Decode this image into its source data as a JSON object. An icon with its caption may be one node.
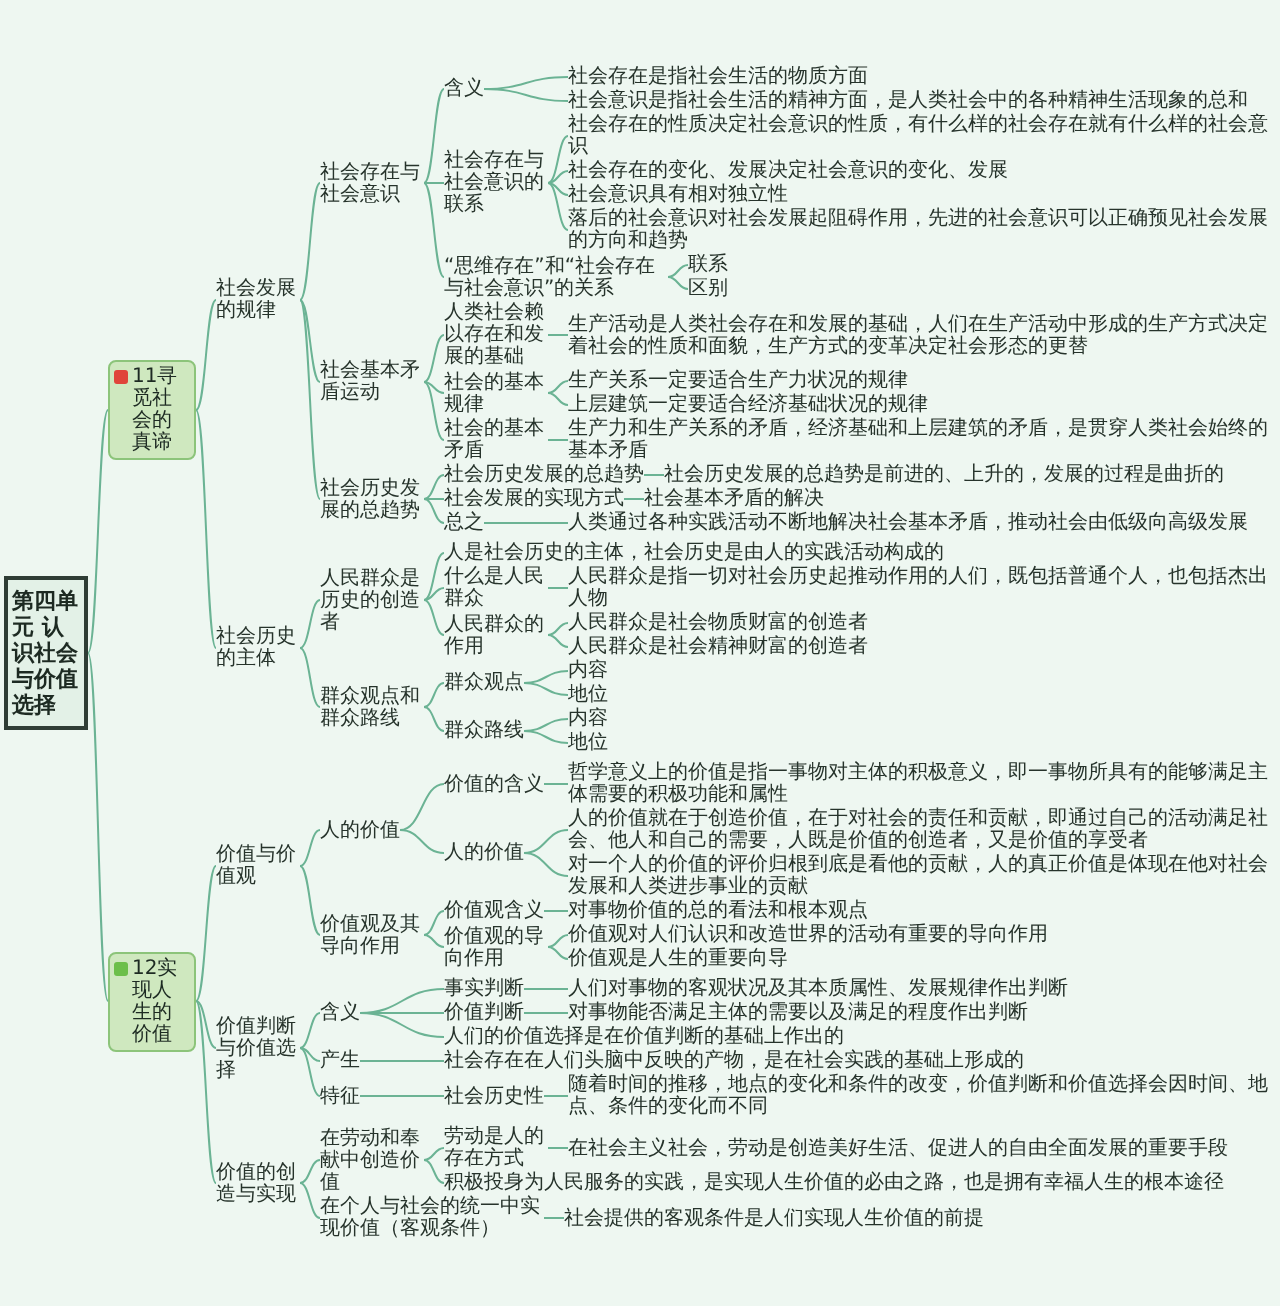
{
  "diagram": {
    "nodes": [
      {
        "text": [
          "第四单元 认识社会与价值选择"
        ]
      },
      {
        "text": [
          "11寻觅社会的真谛"
        ]
      },
      {
        "text": [
          "社会发展的规律"
        ]
      },
      {
        "text": [
          "社会存在与社会意识"
        ]
      },
      {
        "text": [
          "含义"
        ]
      },
      {
        "text": [
          "社会存在是指社会生活的物质方面"
        ]
      },
      {
        "text": [
          "社会意识是指社会生活的精神方面，是人类社会中的各种精神生活现象的总和"
        ]
      },
      {
        "text": [
          "社会存在与社会意识的联系"
        ]
      },
      {
        "text": [
          "社会存在的性质决定社会意识的性质，有什么样的社会存在就有什么样的社会意识"
        ]
      },
      {
        "text": [
          "社会存在的变化、发展决定社会意识的变化、发展"
        ]
      },
      {
        "text": [
          "社会意识具有相对独立性"
        ]
      },
      {
        "text": [
          "落后的社会意识对社会发展起阻碍作用，先进的社会意识可以正确预见社会发展的方向和趋势"
        ]
      },
      {
        "text": [
          "“思维存在”和“社会存在与社会意识”的关系"
        ]
      },
      {
        "text": [
          "联系"
        ]
      },
      {
        "text": [
          "区别"
        ]
      },
      {
        "text": [
          "社会基本矛盾运动"
        ]
      },
      {
        "text": [
          "人类社会赖以存在和发展的基础"
        ]
      },
      {
        "text": [
          "生产活动是人类社会存在和发展的基础，人们在生产活动中形成的生产方式决定着社会的性质和面貌，生产方式的变革决定社会形态的更替"
        ]
      },
      {
        "text": [
          "社会的基本规律"
        ]
      },
      {
        "text": [
          "生产关系一定要适合生产力状况的规律"
        ]
      },
      {
        "text": [
          "上层建筑一定要适合经济基础状况的规律"
        ]
      },
      {
        "text": [
          "社会的基本矛盾"
        ]
      },
      {
        "text": [
          "生产力和生产关系的矛盾，经济基础和上层建筑的矛盾，是贯穿人类社会始终的基本矛盾"
        ]
      },
      {
        "text": [
          "社会历史发展的总趋势"
        ]
      },
      {
        "text": [
          "社会历史发展的总趋势"
        ]
      },
      {
        "text": [
          "社会历史发展的总趋势是前进的、上升的，发展的过程是曲折的"
        ]
      },
      {
        "text": [
          "社会发展的实现方式"
        ]
      },
      {
        "text": [
          "社会基本矛盾的解决"
        ]
      },
      {
        "text": [
          "总之"
        ]
      },
      {
        "text": [
          "人类通过各种实践活动不断地解决社会基本矛盾，推动社会由低级向高级发展"
        ]
      },
      {
        "text": [
          "社会历史的主体"
        ]
      },
      {
        "text": [
          "人民群众是历史的创造者"
        ]
      },
      {
        "text": [
          "人是社会历史的主体，社会历史是由人的实践活动构成的"
        ]
      },
      {
        "text": [
          "什么是人民群众"
        ]
      },
      {
        "text": [
          "人民群众是指一切对社会历史起推动作用的人们，既包括普通个人，也包括杰出人物"
        ]
      },
      {
        "text": [
          "人民群众的作用"
        ]
      },
      {
        "text": [
          "人民群众是社会物质财富的创造者"
        ]
      },
      {
        "text": [
          "人民群众是社会精神财富的创造者"
        ]
      },
      {
        "text": [
          "群众观点和群众路线"
        ]
      },
      {
        "text": [
          "群众观点"
        ]
      },
      {
        "text": [
          "内容"
        ]
      },
      {
        "text": [
          "地位"
        ]
      },
      {
        "text": [
          "群众路线"
        ]
      },
      {
        "text": [
          "内容"
        ]
      },
      {
        "text": [
          "地位"
        ]
      },
      {
        "text": [
          "12实现人生的价值"
        ]
      },
      {
        "text": [
          "价值与价值观"
        ]
      },
      {
        "text": [
          "人的价值"
        ]
      },
      {
        "text": [
          "价值的含义"
        ]
      },
      {
        "text": [
          "哲学意义上的价值是指一事物对主体的积极意义，即一事物所具有的能够满足主体需要的积极功能和属性"
        ]
      },
      {
        "text": [
          "人的价值"
        ]
      },
      {
        "text": [
          "人的价值就在于创造价值，在于对社会的责任和贡献，即通过自己的活动满足社会、他人和自己的需要，人既是价值的创造者，又是价值的享受者"
        ]
      },
      {
        "text": [
          "对一个人的价值的评价归根到底是看他的贡献，人的真正价值是体现在他对社会发展和人类进步事业的贡献"
        ]
      },
      {
        "text": [
          "价值观及其导向作用"
        ]
      },
      {
        "text": [
          "价值观含义"
        ]
      },
      {
        "text": [
          "对事物价值的总的看法和根本观点"
        ]
      },
      {
        "text": [
          "价值观的导向作用"
        ]
      },
      {
        "text": [
          "价值观对人们认识和改造世界的活动有重要的导向作用"
        ]
      },
      {
        "text": [
          "价值观是人生的重要向导"
        ]
      },
      {
        "text": [
          "价值判断与价值选择"
        ]
      },
      {
        "text": [
          "含义"
        ]
      },
      {
        "text": [
          "事实判断"
        ]
      },
      {
        "text": [
          "人们对事物的客观状况及其本质属性、发展规律作出判断"
        ]
      },
      {
        "text": [
          "价值判断"
        ]
      },
      {
        "text": [
          "对事物能否满足主体的需要以及满足的程度作出判断"
        ]
      },
      {
        "text": [
          "人们的价值选择是在价值判断的基础上作出的"
        ]
      },
      {
        "text": [
          "产生"
        ]
      },
      {
        "text": [
          "社会存在在人们头脑中反映的产物，是在社会实践的基础上形成的"
        ]
      },
      {
        "text": [
          "特征"
        ]
      },
      {
        "text": [
          "社会历史性"
        ]
      },
      {
        "text": [
          "随着时间的推移，地点的变化和条件的改变，价值判断和价值选择会因时间、地点、条件的变化而不同"
        ]
      },
      {
        "text": [
          "价值的创造与实现"
        ]
      },
      {
        "text": [
          "在劳动和奉献中创造价值"
        ]
      },
      {
        "text": [
          "劳动是人的存在方式"
        ]
      },
      {
        "text": [
          "在社会主义社会，劳动是创造美好生活、促进人的自由全面发展的重要手段"
        ]
      },
      {
        "text": [
          "积极投身为人民服务的实践，是实现人生价值的必由之路，也是拥有幸福人生的根本途径"
        ]
      },
      {
        "text": [
          "在个人与社会的统一中实现价值（客观条件）"
        ]
      },
      {
        "text": [
          "社会提供的客观条件是人们实现人生价值的前提"
        ]
      }
    ],
    "edges": [
      {
        "from": 0,
        "to": 1,
        "arrow": "none"
      },
      {
        "from": 1,
        "to": 2,
        "arrow": "none"
      },
      {
        "from": 2,
        "to": 3,
        "arrow": "none"
      },
      {
        "from": 3,
        "to": 4,
        "arrow": "none"
      },
      {
        "from": 4,
        "to": 5,
        "arrow": "none"
      },
      {
        "from": 4,
        "to": 6,
        "arrow": "none"
      },
      {
        "from": 3,
        "to": 7,
        "arrow": "none"
      },
      {
        "from": 7,
        "to": 8,
        "arrow": "none"
      },
      {
        "from": 7,
        "to": 9,
        "arrow": "none"
      },
      {
        "from": 7,
        "to": 10,
        "arrow": "none"
      },
      {
        "from": 7,
        "to": 11,
        "arrow": "none"
      },
      {
        "from": 3,
        "to": 12,
        "arrow": "none"
      },
      {
        "from": 12,
        "to": 13,
        "arrow": "none"
      },
      {
        "from": 12,
        "to": 14,
        "arrow": "none"
      },
      {
        "from": 2,
        "to": 15,
        "arrow": "none"
      },
      {
        "from": 15,
        "to": 16,
        "arrow": "none"
      },
      {
        "from": 16,
        "to": 17,
        "arrow": "none"
      },
      {
        "from": 15,
        "to": 18,
        "arrow": "none"
      },
      {
        "from": 18,
        "to": 19,
        "arrow": "none"
      },
      {
        "from": 18,
        "to": 20,
        "arrow": "none"
      },
      {
        "from": 15,
        "to": 21,
        "arrow": "none"
      },
      {
        "from": 21,
        "to": 22,
        "arrow": "none"
      },
      {
        "from": 2,
        "to": 23,
        "arrow": "none"
      },
      {
        "from": 23,
        "to": 24,
        "arrow": "none"
      },
      {
        "from": 24,
        "to": 25,
        "arrow": "none"
      },
      {
        "from": 23,
        "to": 26,
        "arrow": "none"
      },
      {
        "from": 26,
        "to": 27,
        "arrow": "none"
      },
      {
        "from": 23,
        "to": 28,
        "arrow": "none"
      },
      {
        "from": 28,
        "to": 29,
        "arrow": "none"
      },
      {
        "from": 1,
        "to": 30,
        "arrow": "none"
      },
      {
        "from": 30,
        "to": 31,
        "arrow": "none"
      },
      {
        "from": 31,
        "to": 32,
        "arrow": "none"
      },
      {
        "from": 31,
        "to": 33,
        "arrow": "none"
      },
      {
        "from": 33,
        "to": 34,
        "arrow": "none"
      },
      {
        "from": 31,
        "to": 35,
        "arrow": "none"
      },
      {
        "from": 35,
        "to": 36,
        "arrow": "none"
      },
      {
        "from": 35,
        "to": 37,
        "arrow": "none"
      },
      {
        "from": 30,
        "to": 38,
        "arrow": "none"
      },
      {
        "from": 38,
        "to": 39,
        "arrow": "none"
      },
      {
        "from": 39,
        "to": 40,
        "arrow": "none"
      },
      {
        "from": 39,
        "to": 41,
        "arrow": "none"
      },
      {
        "from": 38,
        "to": 42,
        "arrow": "none"
      },
      {
        "from": 42,
        "to": 43,
        "arrow": "none"
      },
      {
        "from": 42,
        "to": 44,
        "arrow": "none"
      },
      {
        "from": 0,
        "to": 45,
        "arrow": "none"
      },
      {
        "from": 45,
        "to": 46,
        "arrow": "none"
      },
      {
        "from": 46,
        "to": 47,
        "arrow": "none"
      },
      {
        "from": 47,
        "to": 48,
        "arrow": "none"
      },
      {
        "from": 48,
        "to": 49,
        "arrow": "none"
      },
      {
        "from": 47,
        "to": 50,
        "arrow": "none"
      },
      {
        "from": 50,
        "to": 51,
        "arrow": "none"
      },
      {
        "from": 50,
        "to": 52,
        "arrow": "none"
      },
      {
        "from": 46,
        "to": 53,
        "arrow": "none"
      },
      {
        "from": 53,
        "to": 54,
        "arrow": "none"
      },
      {
        "from": 54,
        "to": 55,
        "arrow": "none"
      },
      {
        "from": 53,
        "to": 56,
        "arrow": "none"
      },
      {
        "from": 56,
        "to": 57,
        "arrow": "none"
      },
      {
        "from": 56,
        "to": 58,
        "arrow": "none"
      },
      {
        "from": 45,
        "to": 59,
        "arrow": "none"
      },
      {
        "from": 59,
        "to": 60,
        "arrow": "none"
      },
      {
        "from": 60,
        "to": 61,
        "arrow": "none"
      },
      {
        "from": 61,
        "to": 62,
        "arrow": "none"
      },
      {
        "from": 60,
        "to": 63,
        "arrow": "none"
      },
      {
        "from": 63,
        "to": 64,
        "arrow": "none"
      },
      {
        "from": 60,
        "to": 65,
        "arrow": "none"
      },
      {
        "from": 59,
        "to": 66,
        "arrow": "none"
      },
      {
        "from": 66,
        "to": 67,
        "arrow": "none"
      },
      {
        "from": 59,
        "to": 68,
        "arrow": "none"
      },
      {
        "from": 68,
        "to": 69,
        "arrow": "none"
      },
      {
        "from": 69,
        "to": 70,
        "arrow": "none"
      },
      {
        "from": 45,
        "to": 71,
        "arrow": "none"
      },
      {
        "from": 71,
        "to": 72,
        "arrow": "none"
      },
      {
        "from": 72,
        "to": 73,
        "arrow": "none"
      },
      {
        "from": 73,
        "to": 74,
        "arrow": "none"
      },
      {
        "from": 72,
        "to": 75,
        "arrow": "none"
      },
      {
        "from": 71,
        "to": 76,
        "arrow": "none"
      },
      {
        "from": 76,
        "to": 77,
        "arrow": "none"
      }
    ]
  }
}
